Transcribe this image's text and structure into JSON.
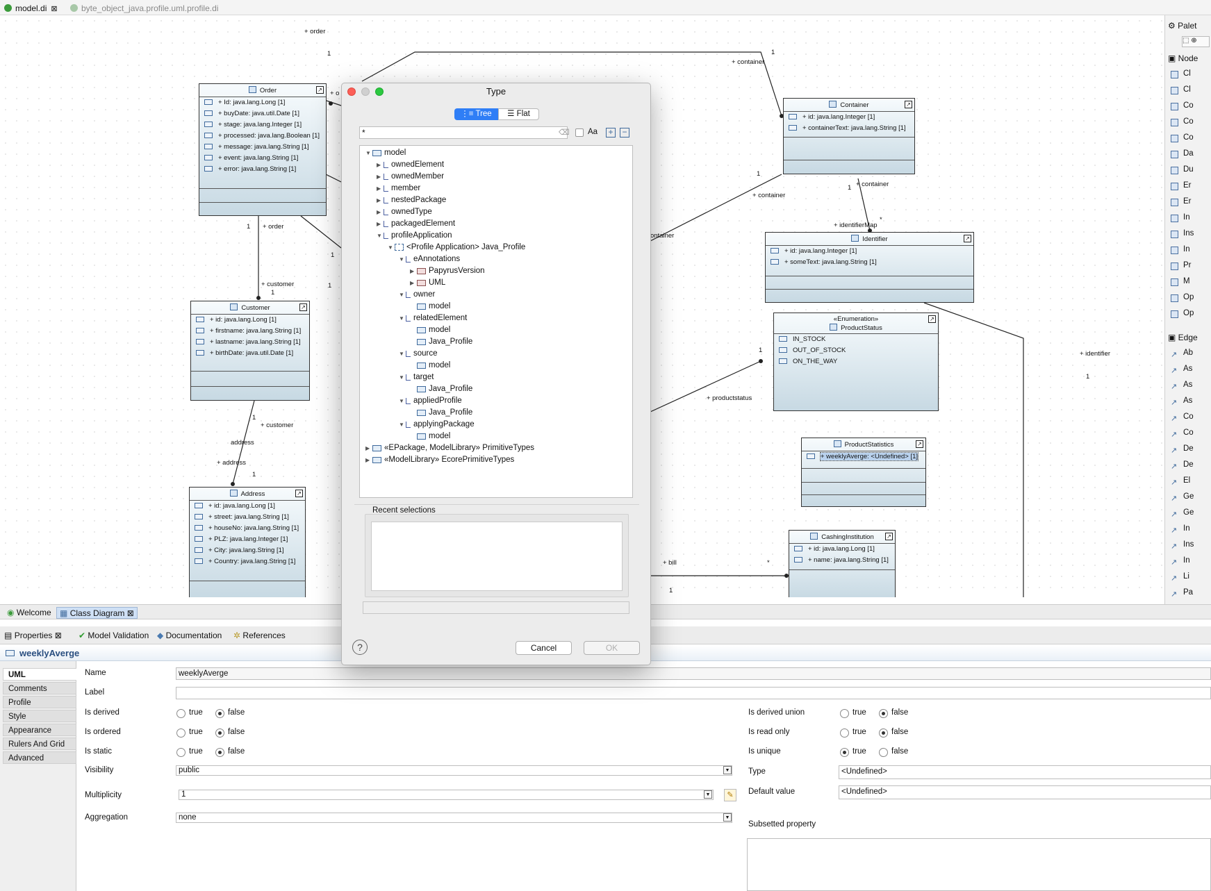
{
  "editor_tabs": [
    {
      "label": "model.di",
      "active": true
    },
    {
      "label": "byte_object_java.profile.uml.profile.di",
      "active": false
    }
  ],
  "classes": {
    "order": {
      "name": "Order",
      "attrs": [
        "+ Id: java.lang.Long [1]",
        "+ buyDate: java.util.Date [1]",
        "+ stage: java.lang.Integer [1]",
        "+ processed: java.lang.Boolean [1]",
        "+ message: java.lang.String [1]",
        "+ event: java.lang.String [1]",
        "+ error: java.lang.String [1]"
      ]
    },
    "customer": {
      "name": "Customer",
      "attrs": [
        "+ id: java.lang.Long [1]",
        "+ firstname: java.lang.String [1]",
        "+ lastname: java.lang.String [1]",
        "+ birthDate: java.util.Date [1]"
      ]
    },
    "address": {
      "name": "Address",
      "attrs": [
        "+ id: java.lang.Long [1]",
        "+ street: java.lang.String [1]",
        "+ houseNo: java.lang.String [1]",
        "+ PLZ: java.lang.Integer [1]",
        "+ City: java.lang.String [1]",
        "+ Country: java.lang.String [1]"
      ]
    },
    "container": {
      "name": "Container",
      "attrs": [
        "+ id: java.lang.Integer [1]",
        "+ containerText: java.lang.String [1]"
      ]
    },
    "identifier": {
      "name": "Identifier",
      "attrs": [
        "+ id: java.lang.Integer [1]",
        "+ someText: java.lang.String [1]"
      ]
    },
    "productstatus": {
      "stereotype": "«Enumeration»",
      "name": "ProductStatus",
      "attrs": [
        "IN_STOCK",
        "OUT_OF_STOCK",
        "ON_THE_WAY"
      ]
    },
    "productstatistics": {
      "name": "ProductStatistics",
      "attrs": [
        "+ weeklyAverge: <Undefined> [1]"
      ]
    },
    "cashing": {
      "name": "CashingInstitution",
      "attrs": [
        "+ id: java.lang.Long [1]",
        "+ name: java.lang.String [1]"
      ]
    }
  },
  "edge_labels": {
    "order_top": "+ order",
    "one_a": "1",
    "container_top": "+ container",
    "one_b": "1",
    "order_mid": "+ order",
    "one_c": "1",
    "customer1": "+ customer",
    "one_d": "1",
    "customer2": "+ customer",
    "one_e": "1",
    "address1": "address",
    "address2": "+ address",
    "one_f": "1",
    "one_g": "1",
    "container2": "+ container",
    "container3": "+ container",
    "one_h": "1",
    "identifiermap": "+ identifierMap",
    "star_a": "*",
    "ontainer": "ontainer",
    "productstatus": "+ productstatus",
    "one_i": "1",
    "identifier": "+ identifier",
    "one_j": "1",
    "bill": "+ bill",
    "star_b": "*",
    "one_k": "1",
    "order_trunc": "+ o",
    "one_l": "1",
    "one_m": "1"
  },
  "palette": {
    "header_palette": "Palet",
    "nodes_header": "Node",
    "node_items": [
      "Cl",
      "Cl",
      "Co",
      "Co",
      "Co",
      "Da",
      "Du",
      "Er",
      "Er",
      "In",
      "Ins",
      "In",
      "Pr",
      "M",
      "Op",
      "Op"
    ],
    "edges_header": "Edge",
    "edge_items": [
      "Ab",
      "As",
      "As",
      "As",
      "Co",
      "Co",
      "De",
      "De",
      "El",
      "Ge",
      "Ge",
      "In",
      "Ins",
      "In",
      "Li",
      "Pa"
    ]
  },
  "diagram_tabs": {
    "welcome": "Welcome",
    "class_diagram": "Class Diagram"
  },
  "view_tabs": {
    "properties": "Properties",
    "model_validation": "Model Validation",
    "documentation": "Documentation",
    "references": "References"
  },
  "properties": {
    "title": "weeklyAverge",
    "side_tabs": [
      "UML",
      "Comments",
      "Profile",
      "Style",
      "Appearance",
      "Rulers And Grid",
      "Advanced"
    ],
    "name_label": "Name",
    "name_value": "weeklyAverge",
    "label_label": "Label",
    "is_derived": "Is derived",
    "is_ordered": "Is ordered",
    "is_static": "Is static",
    "true": "true",
    "false": "false",
    "visibility": "Visibility",
    "visibility_value": "public",
    "multiplicity": "Multiplicity",
    "multiplicity_value": "1",
    "aggregation": "Aggregation",
    "aggregation_value": "none",
    "is_derived_union": "Is derived union",
    "is_read_only": "Is read only",
    "is_unique": "Is unique",
    "type": "Type",
    "type_value": "<Undefined>",
    "default_value": "Default value",
    "default_value_value": "<Undefined>",
    "subsetted_property": "Subsetted property"
  },
  "dialog": {
    "title": "Type",
    "tree_toggle": "Tree",
    "flat_toggle": "Flat",
    "filter_value": "*",
    "case_label": "Aa",
    "tree": [
      {
        "label": "model",
        "depth": 0,
        "expanded": true,
        "icon": "pkg"
      },
      {
        "label": "ownedElement",
        "depth": 1,
        "expanded": false,
        "icon": "lnk"
      },
      {
        "label": "ownedMember",
        "depth": 1,
        "expanded": false,
        "icon": "lnk"
      },
      {
        "label": "member",
        "depth": 1,
        "expanded": false,
        "icon": "lnk"
      },
      {
        "label": "nestedPackage",
        "depth": 1,
        "expanded": false,
        "icon": "lnk"
      },
      {
        "label": "ownedType",
        "depth": 1,
        "expanded": false,
        "icon": "lnk"
      },
      {
        "label": "packagedElement",
        "depth": 1,
        "expanded": false,
        "icon": "lnk"
      },
      {
        "label": "profileApplication",
        "depth": 1,
        "expanded": true,
        "icon": "lnk"
      },
      {
        "label": "<Profile Application> Java_Profile",
        "depth": 2,
        "expanded": true,
        "icon": "prof"
      },
      {
        "label": "eAnnotations",
        "depth": 3,
        "expanded": true,
        "icon": "lnk"
      },
      {
        "label": "PapyrusVersion",
        "depth": 4,
        "expanded": false,
        "icon": "ann"
      },
      {
        "label": "UML",
        "depth": 4,
        "expanded": false,
        "icon": "ann"
      },
      {
        "label": "owner",
        "depth": 3,
        "expanded": true,
        "icon": "lnk"
      },
      {
        "label": "model",
        "depth": 4,
        "expanded": null,
        "icon": "pkg"
      },
      {
        "label": "relatedElement",
        "depth": 3,
        "expanded": true,
        "icon": "lnk"
      },
      {
        "label": "model",
        "depth": 4,
        "expanded": null,
        "icon": "pkg"
      },
      {
        "label": "Java_Profile",
        "depth": 4,
        "expanded": null,
        "icon": "pkg"
      },
      {
        "label": "source",
        "depth": 3,
        "expanded": true,
        "icon": "lnk"
      },
      {
        "label": "model",
        "depth": 4,
        "expanded": null,
        "icon": "pkg"
      },
      {
        "label": "target",
        "depth": 3,
        "expanded": true,
        "icon": "lnk"
      },
      {
        "label": "Java_Profile",
        "depth": 4,
        "expanded": null,
        "icon": "pkg"
      },
      {
        "label": "appliedProfile",
        "depth": 3,
        "expanded": true,
        "icon": "lnk"
      },
      {
        "label": "Java_Profile",
        "depth": 4,
        "expanded": null,
        "icon": "pkg"
      },
      {
        "label": "applyingPackage",
        "depth": 3,
        "expanded": true,
        "icon": "lnk"
      },
      {
        "label": "model",
        "depth": 4,
        "expanded": null,
        "icon": "pkg"
      },
      {
        "label": "«EPackage, ModelLibrary» PrimitiveTypes",
        "depth": 0,
        "expanded": false,
        "icon": "pkg"
      },
      {
        "label": "«ModelLibrary» EcorePrimitiveTypes",
        "depth": 0,
        "expanded": false,
        "icon": "pkg"
      }
    ],
    "recent_label": "Recent selections",
    "help": "?",
    "cancel": "Cancel",
    "ok": "OK"
  },
  "colors": {
    "accent": "#3b82f6",
    "selection": "#cfe0f5",
    "class_fill": "#c7d9e3"
  }
}
